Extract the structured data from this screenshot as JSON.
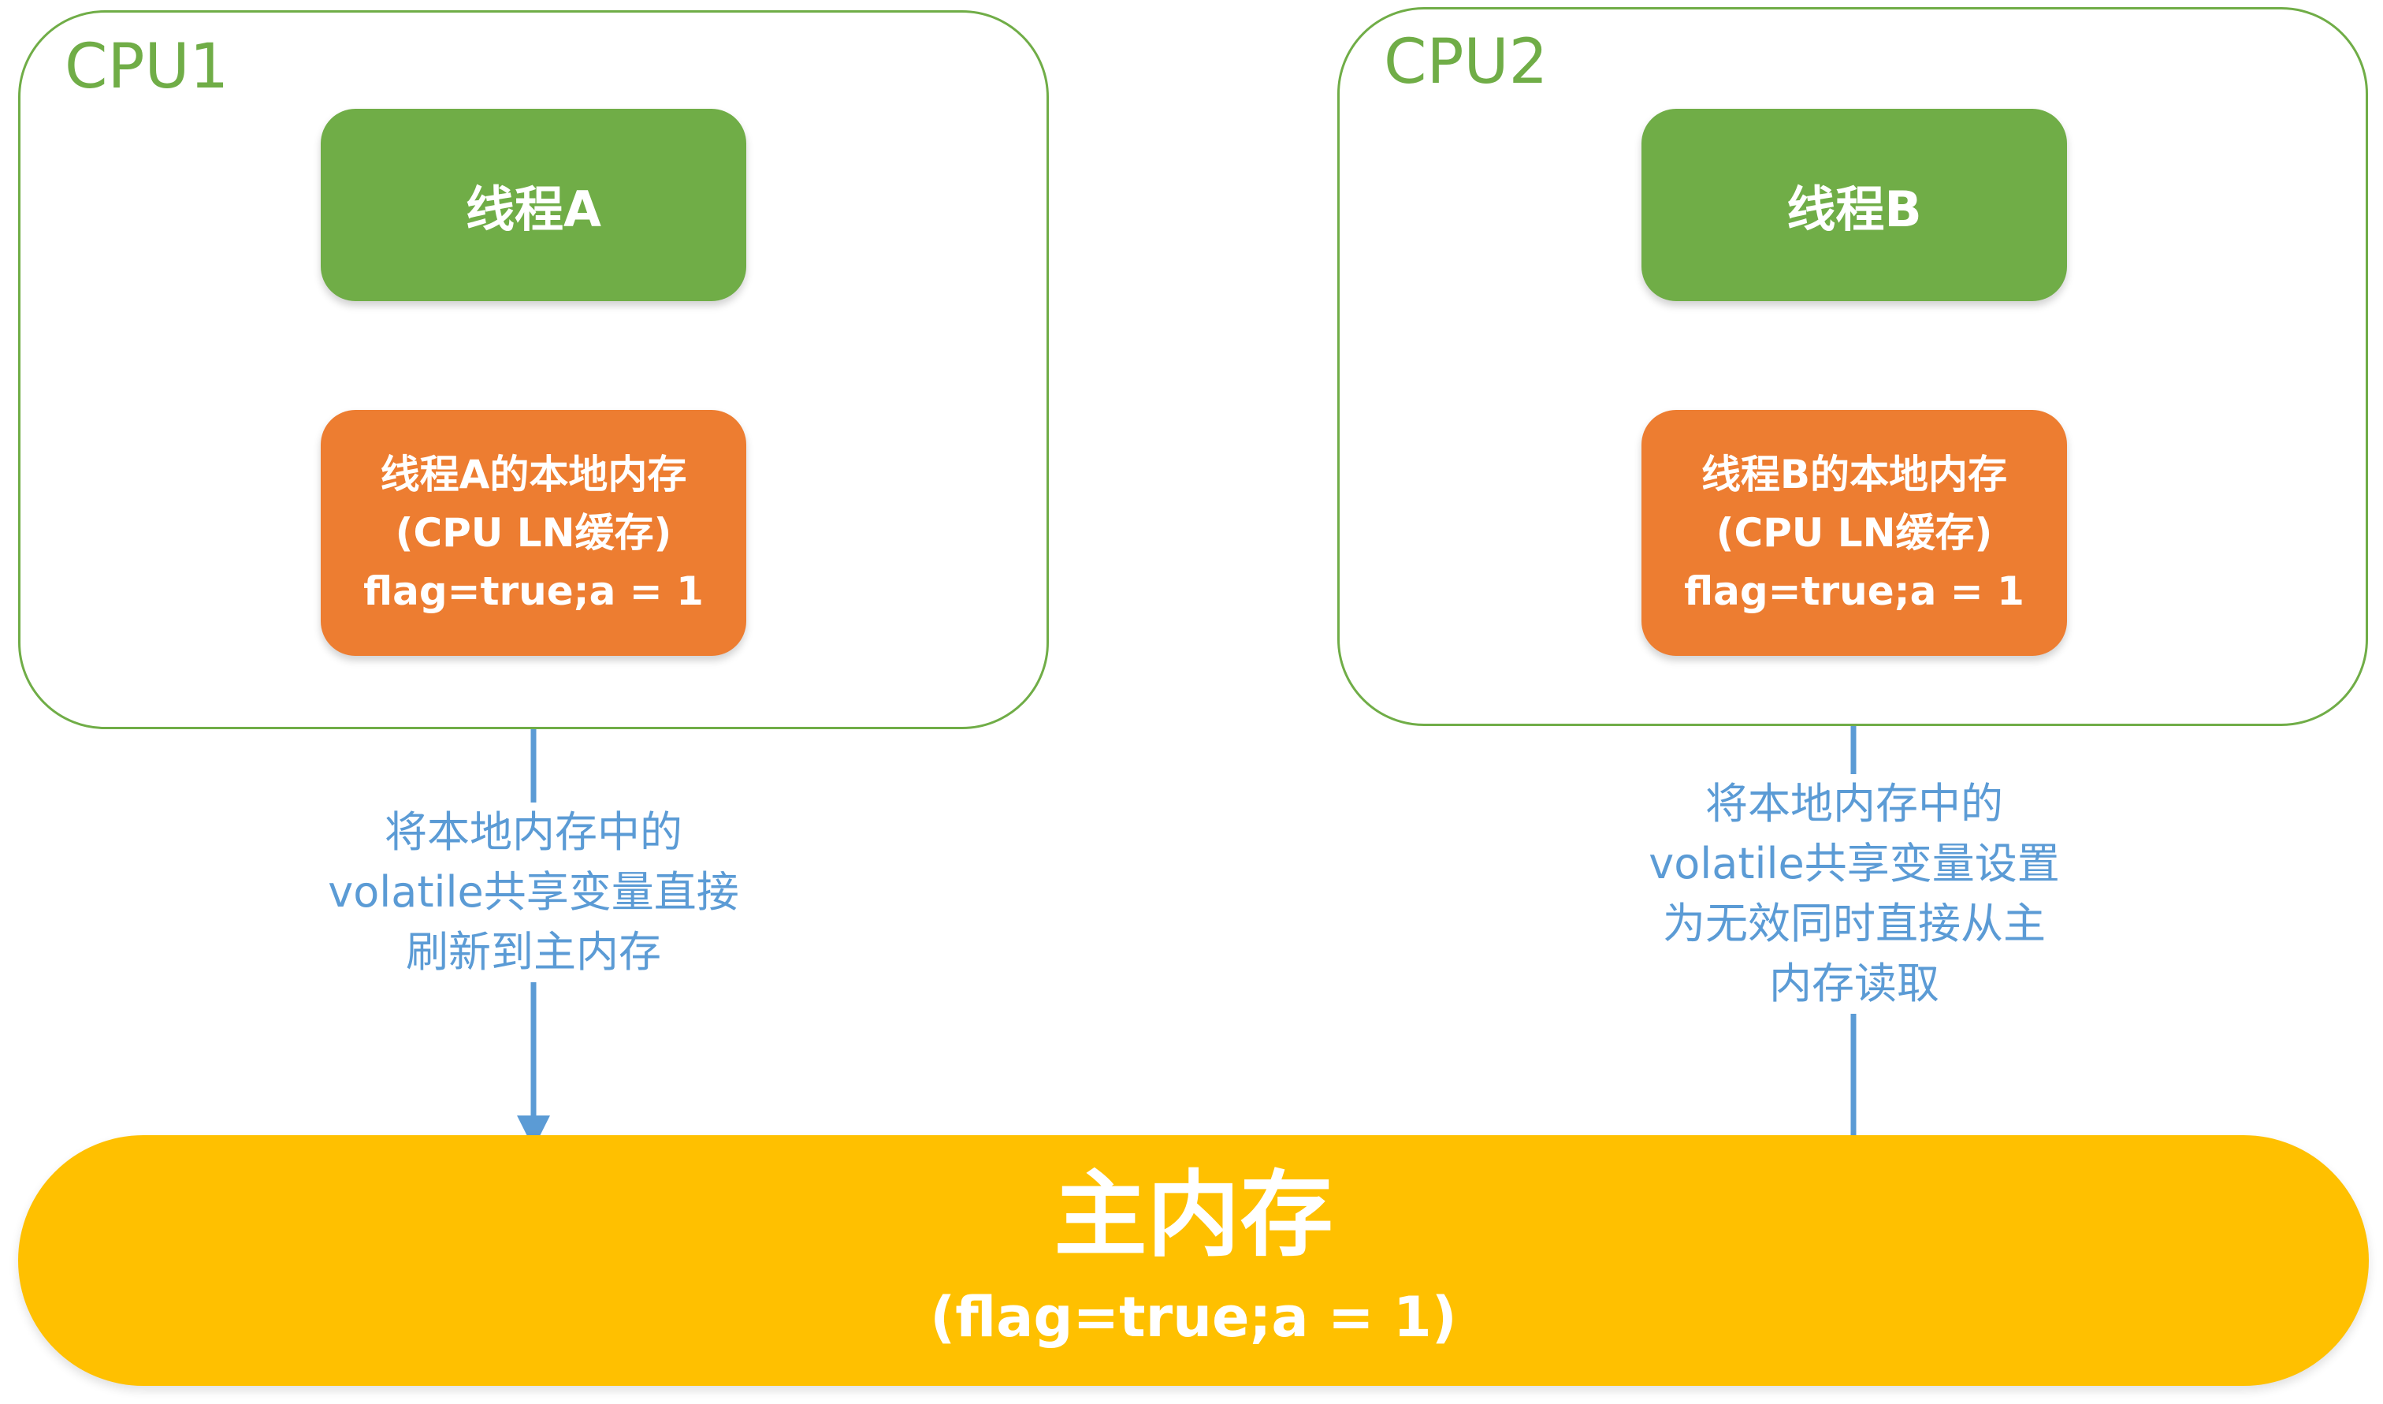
{
  "cpus": [
    {
      "label": "CPU1",
      "thread": "线程A",
      "cache": [
        "线程A的本地内存",
        "(CPU LN缓存)",
        "flag=true;a = 1"
      ]
    },
    {
      "label": "CPU2",
      "thread": "线程B",
      "cache": [
        "线程B的本地内存",
        "(CPU LN缓存)",
        "flag=true;a = 1"
      ]
    }
  ],
  "notes": {
    "flush": [
      "将本地内存中的",
      "volatile共享变量直接",
      "刷新到主内存"
    ],
    "invalidate": [
      "将本地内存中的",
      "volatile共享变量设置",
      "为无效同时直接从主",
      "内存读取"
    ]
  },
  "main_memory": {
    "title": "主内存",
    "value": "(flag=true;a = 1)"
  },
  "colors": {
    "frame": "#70ad47",
    "thread": "#70ad47",
    "cache": "#ed7d31",
    "main": "#ffc000",
    "arrow": "#5b9bd5"
  }
}
